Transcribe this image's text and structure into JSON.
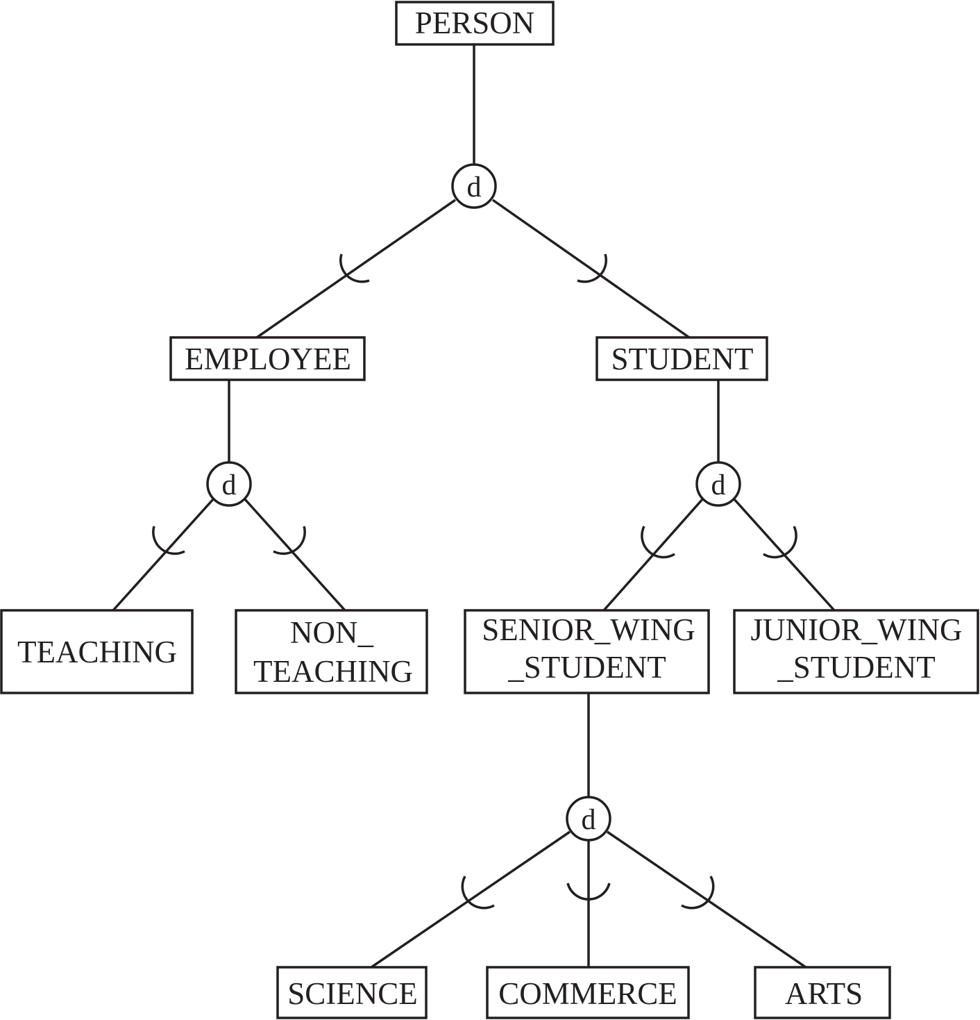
{
  "diagram": {
    "entities": {
      "person": "PERSON",
      "employee": "EMPLOYEE",
      "student": "STUDENT",
      "teaching": "TEACHING",
      "non_teaching_line1": "NON_",
      "non_teaching_line2": "TEACHING",
      "senior_line1": "SENIOR_WING",
      "senior_line2": "_STUDENT",
      "junior_line1": "JUNIOR_WING",
      "junior_line2": "_STUDENT",
      "science": "SCIENCE",
      "commerce": "COMMERCE",
      "arts": "ARTS"
    },
    "disjoint_symbol": "d",
    "line_color": "#231f20"
  }
}
